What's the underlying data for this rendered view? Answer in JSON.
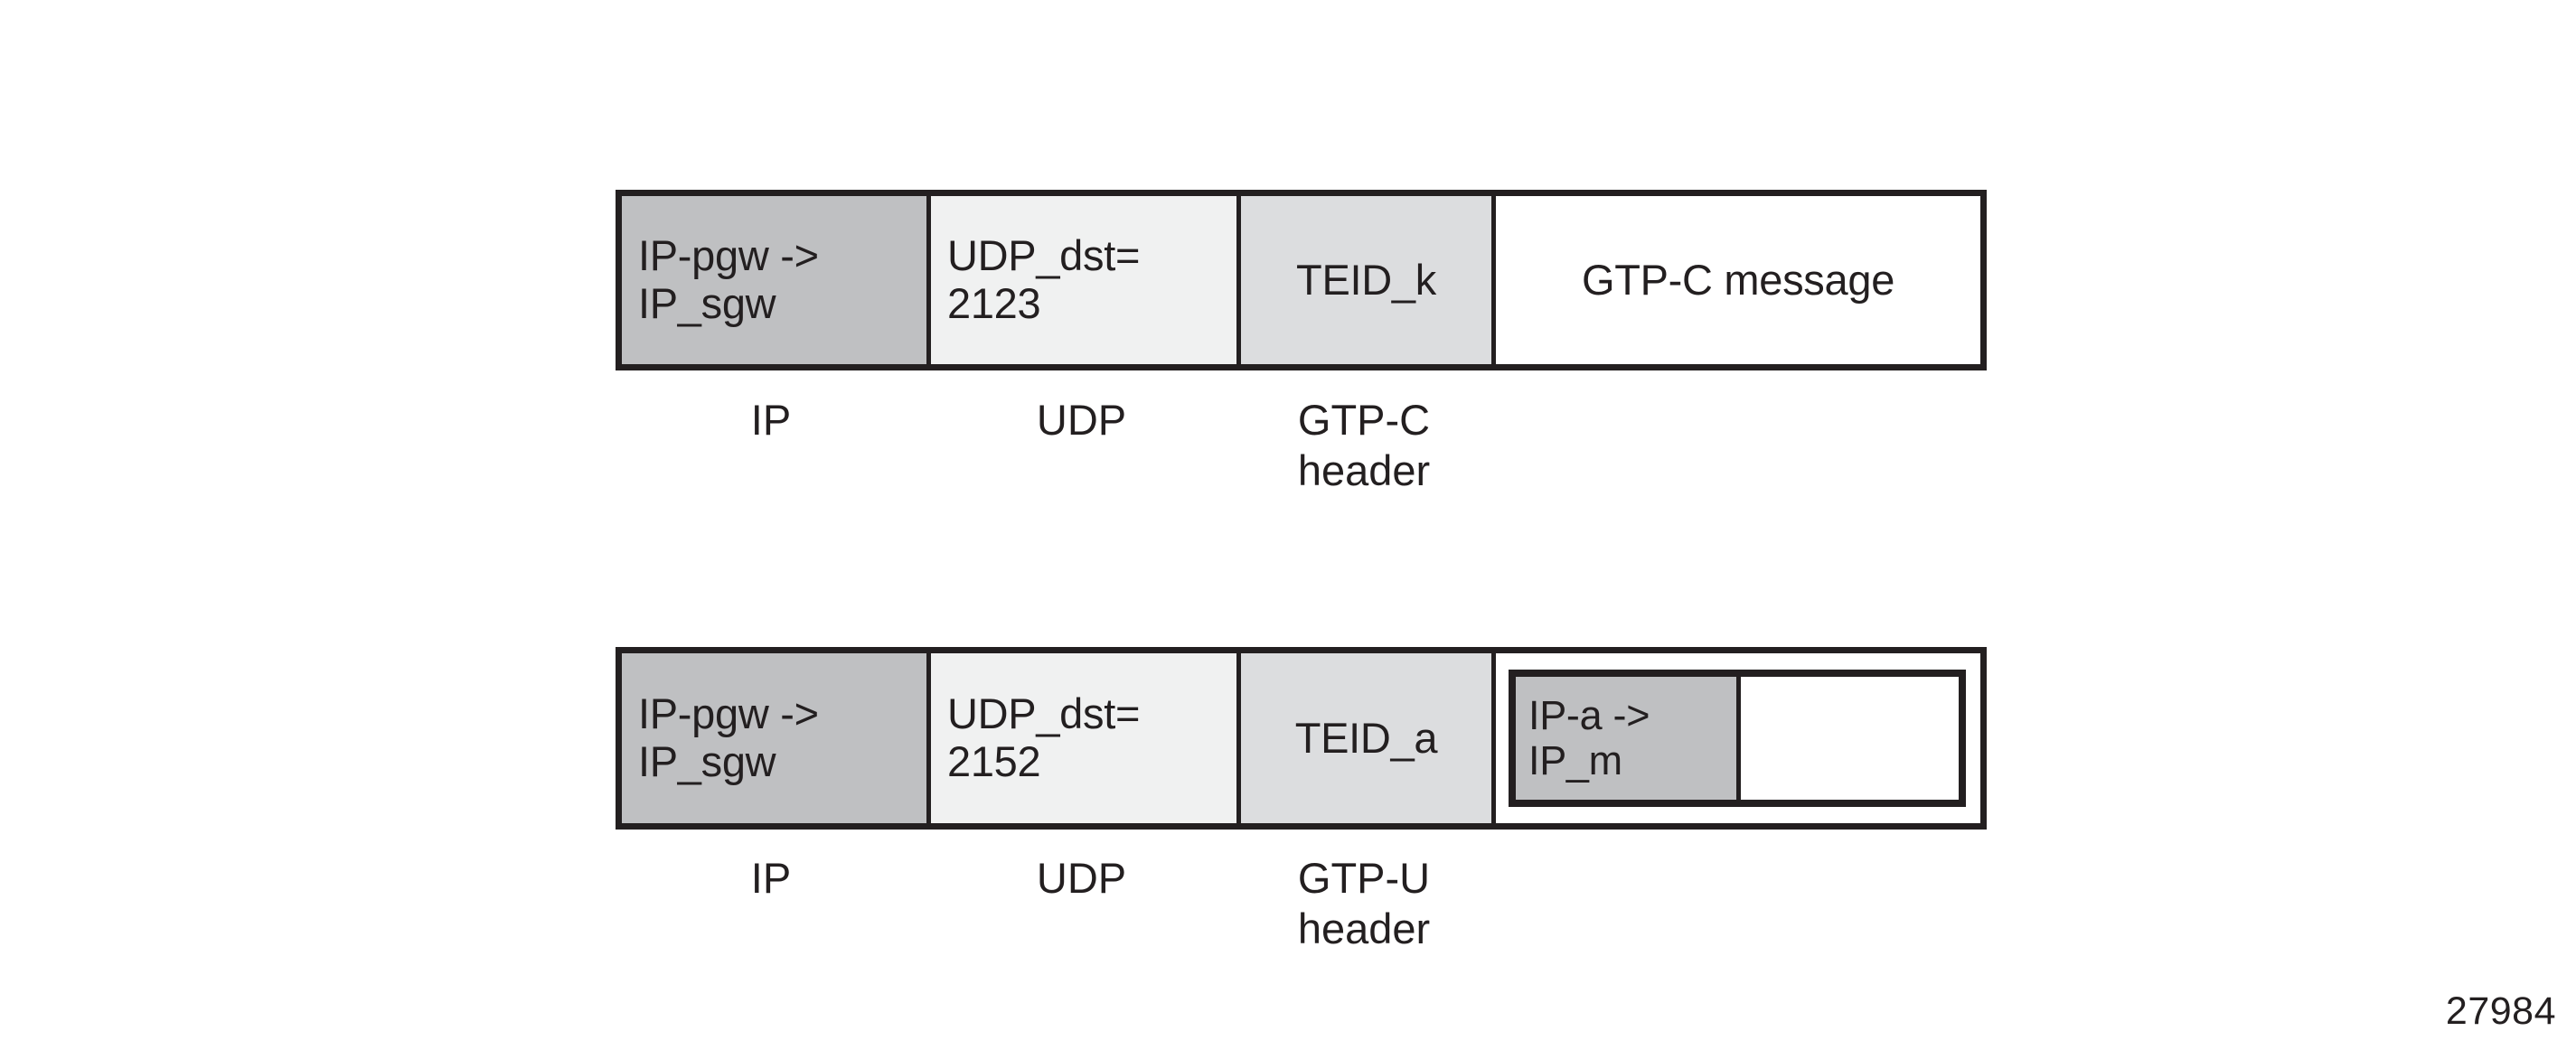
{
  "figure": {
    "number": "27984",
    "background_color": "#ffffff",
    "line_color": "#231f20"
  },
  "palette": {
    "ip_fill": "#bfc0c2",
    "udp_fill": "#f0f1f1",
    "gtp_fill": "#dcdddf",
    "payload_fill": "#ffffff",
    "border": "#231f20"
  },
  "rows": [
    {
      "id": "gtp-c-packet",
      "cells": [
        {
          "name": "ip-header-cell",
          "text": "IP-pgw ->\nIP_sgw",
          "fill": "#bfc0c2",
          "align": "left"
        },
        {
          "name": "udp-header-cell",
          "text": "UDP_dst=\n2123",
          "fill": "#f0f1f1",
          "align": "left"
        },
        {
          "name": "gtp-teid-cell",
          "text": "TEID_k",
          "fill": "#dcdddf",
          "align": "center"
        },
        {
          "name": "gtp-c-message-cell",
          "text": "GTP-C message",
          "fill": "#ffffff",
          "align": "center"
        }
      ],
      "labels": [
        {
          "name": "label-ip",
          "text": "IP"
        },
        {
          "name": "label-udp",
          "text": "UDP"
        },
        {
          "name": "label-gtp-c-header",
          "text": "GTP-C\nheader"
        }
      ]
    },
    {
      "id": "gtp-u-packet",
      "cells": [
        {
          "name": "ip-header-cell",
          "text": "IP-pgw ->\nIP_sgw",
          "fill": "#bfc0c2",
          "align": "left"
        },
        {
          "name": "udp-header-cell",
          "text": "UDP_dst=\n2152",
          "fill": "#f0f1f1",
          "align": "left"
        },
        {
          "name": "gtp-teid-cell",
          "text": "TEID_a",
          "fill": "#dcdddf",
          "align": "center"
        },
        {
          "name": "gtp-u-payload-cell",
          "text": "",
          "fill": "#ffffff",
          "align": "left",
          "nested": {
            "name": "inner-ip-packet",
            "cells": [
              {
                "name": "inner-ip-header-cell",
                "text": "IP-a ->\nIP_m",
                "fill": "#bfc0c2"
              },
              {
                "name": "inner-payload-cell",
                "text": "",
                "fill": "#ffffff"
              }
            ]
          }
        }
      ],
      "labels": [
        {
          "name": "label-ip",
          "text": "IP"
        },
        {
          "name": "label-udp",
          "text": "UDP"
        },
        {
          "name": "label-gtp-u-header",
          "text": "GTP-U\nheader"
        }
      ]
    }
  ]
}
